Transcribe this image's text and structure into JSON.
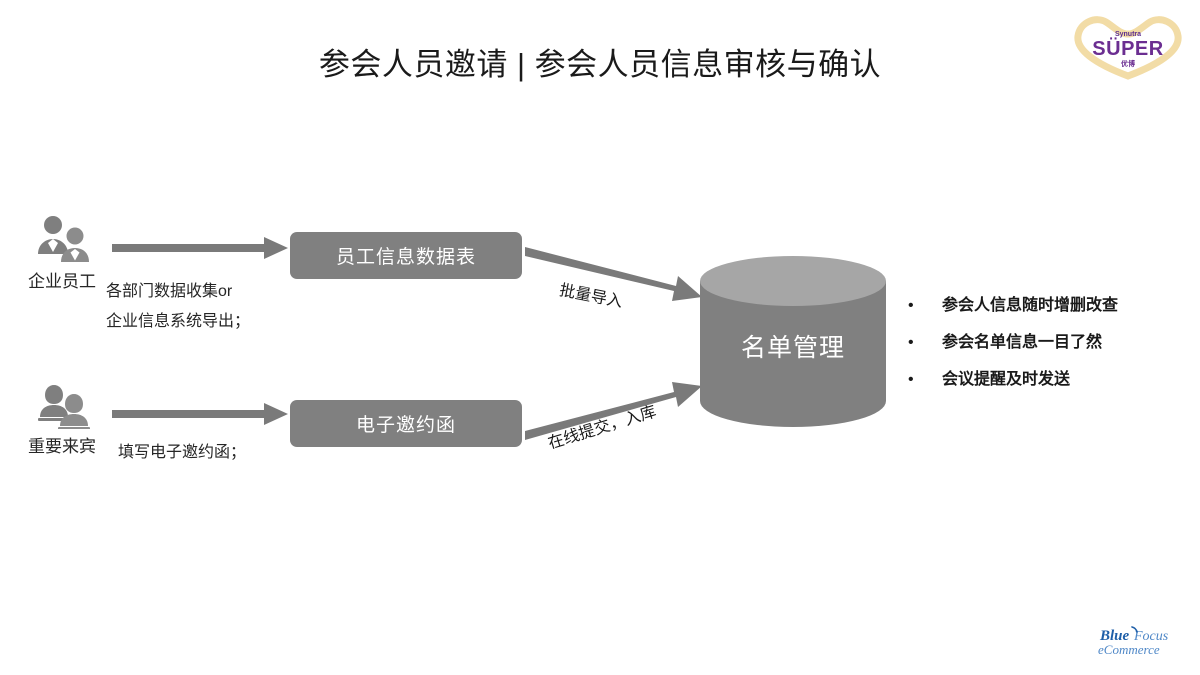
{
  "slide": {
    "title": "参会人员邀请 | 参会人员信息审核与确认",
    "background_color": "#FFFFFF"
  },
  "brand": {
    "synutra": {
      "name": "synutra-super-logo",
      "brand_top": "Synutra",
      "brand_main": "SUPER",
      "brand_cn": "优博",
      "heart_color": "#F5DFA8",
      "text_color": "#5B2D8E",
      "main_color": "#6B2E91"
    },
    "bluefocus": {
      "name": "bluefocus-ecommerce-logo",
      "line1_strong": "Blue",
      "line1_light": "Focus",
      "line2": "eCommerce",
      "color": "#1F5FA8"
    }
  },
  "flow": {
    "accent_gray": "#808080",
    "cylinder_top_gray": "#A6A6A6",
    "rows": [
      {
        "actor_label": "企业员工",
        "actor_icon": "two-people-suit-icon",
        "step_description": "各部门数据收集or\n企业信息系统导出；",
        "step_description_line1": "各部门数据收集or",
        "step_description_line2": "企业信息系统导出；",
        "box_label": "员工信息数据表",
        "connector_label": "批量导入"
      },
      {
        "actor_label": "重要来宾",
        "actor_icon": "two-people-desk-icon",
        "step_description": "填写电子邀约函；",
        "step_description_line1": "填写电子邀约函；",
        "step_description_line2": "",
        "box_label": "电子邀约函",
        "connector_label": "在线提交，入库"
      }
    ],
    "database": {
      "label": "名单管理",
      "icon": "database-cylinder-icon"
    }
  },
  "benefits": {
    "bullet_char": "•",
    "items": [
      "参会人信息随时增删改查",
      "参会名单信息一目了然",
      "会议提醒及时发送"
    ]
  }
}
